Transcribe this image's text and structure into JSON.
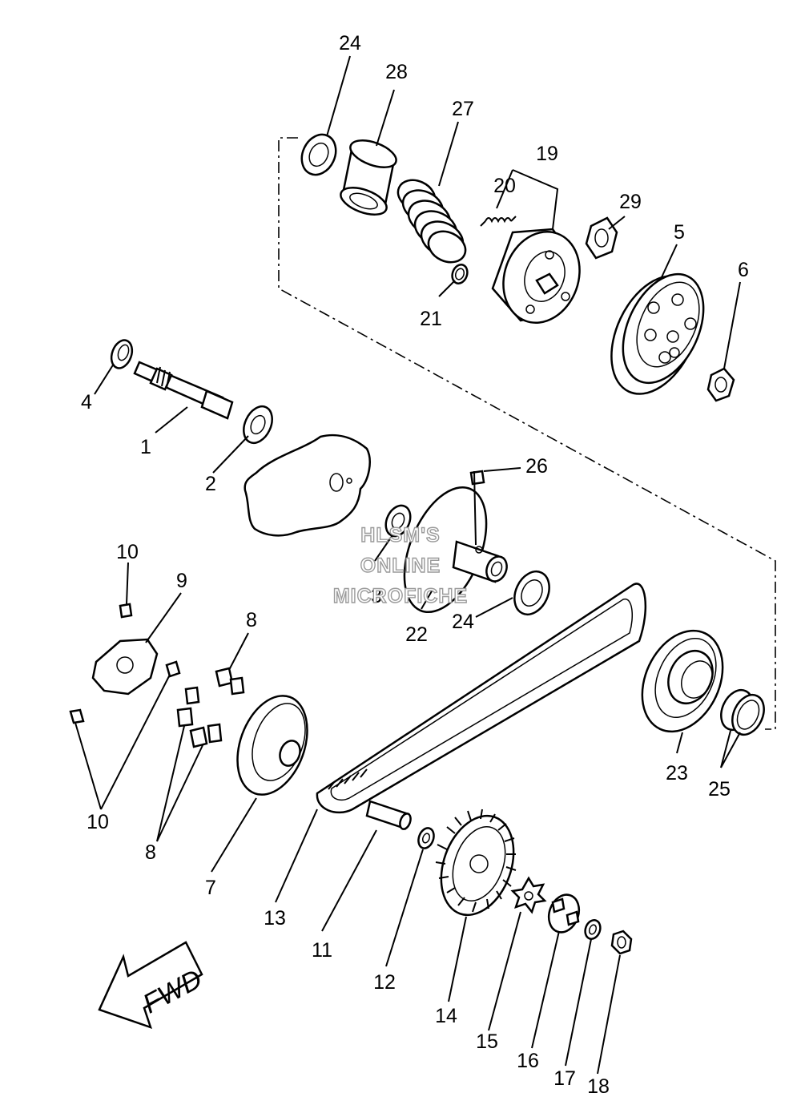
{
  "callouts": {
    "n1": "1",
    "n2": "2",
    "n3": "3",
    "n4": "4",
    "n5": "5",
    "n6": "6",
    "n7": "7",
    "n8a": "8",
    "n8b": "8",
    "n9": "9",
    "n10a": "10",
    "n10b": "10",
    "n11": "11",
    "n12": "12",
    "n13": "13",
    "n14": "14",
    "n15": "15",
    "n16": "16",
    "n17": "17",
    "n18": "18",
    "n19": "19",
    "n20": "20",
    "n21": "21",
    "n22": "22",
    "n23": "23",
    "n24a": "24",
    "n24b": "24",
    "n25": "25",
    "n26": "26",
    "n27": "27",
    "n28": "28",
    "n29": "29"
  },
  "watermark": {
    "line1": "HLSM'S",
    "line2": "ONLINE",
    "line3": "MICROFICHE"
  },
  "direction_arrow": {
    "label": "FWD"
  }
}
